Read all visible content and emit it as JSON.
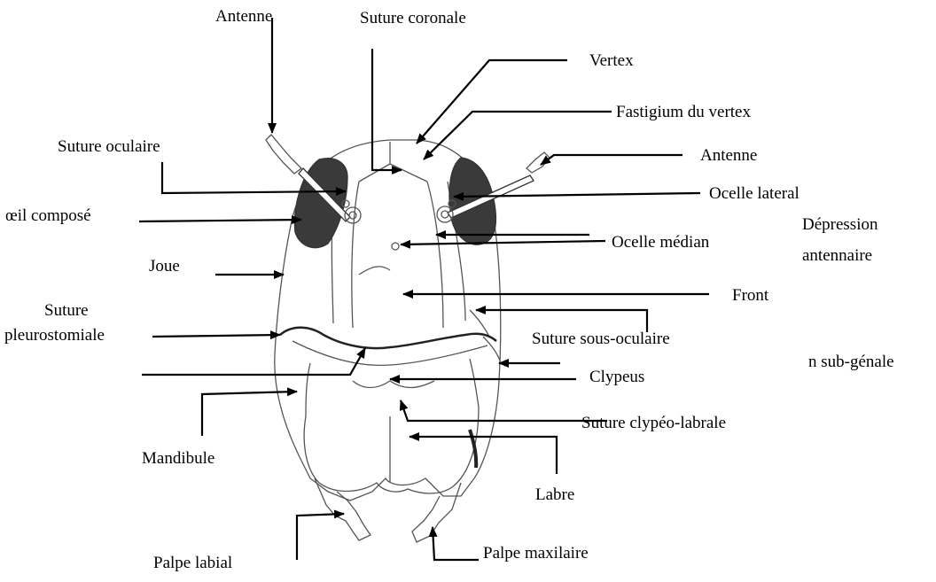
{
  "labels": {
    "antenne_left": "Antenne",
    "suture_coronale": "Suture coronale",
    "vertex": "Vertex",
    "fastigium": "Fastigium du vertex",
    "suture_oculaire": "Suture oculaire",
    "antenne_right": "Antenne",
    "oeil_compose": "œil composé",
    "ocelle_lateral": "Ocelle lateral",
    "depression_line1": "Dépression",
    "depression_line2": "antennaire",
    "ocelle_median": "Ocelle médian",
    "joue": "Joue",
    "front": "Front",
    "suture_pleuro_line1": "Suture",
    "suture_pleuro_line2": "pleurostomiale",
    "suture_sous_oculaire": "Suture sous-oculaire",
    "sub_genale": "n sub-génale",
    "clypeus": "Clypeus",
    "suture_clypeo": "Suture clypéo-labrale",
    "mandibule": "Mandibule",
    "labre": "Labre",
    "palpe_labial": "Palpe labial",
    "palpe_maxilaire": "Palpe maxilaire"
  }
}
